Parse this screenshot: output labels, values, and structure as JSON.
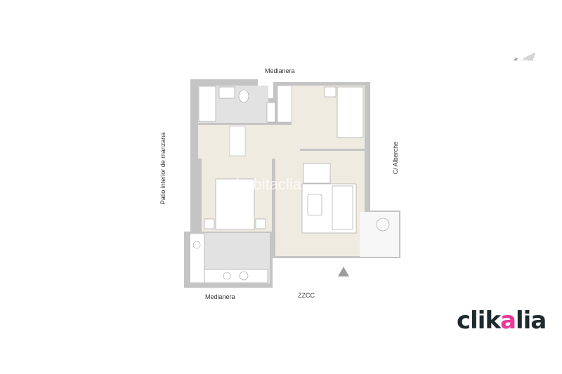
{
  "labels": {
    "top": "Medianera",
    "left": "Patio interior de manzana",
    "right": "C/ Alberche",
    "bottom_left": "Medianera",
    "bottom": "ZZCC"
  },
  "compass": {
    "letter": "N"
  },
  "watermark": "habitaclia",
  "logo": {
    "pre": "clik",
    "accent": "a",
    "post": "lia",
    "accent_color": "#e8399a"
  },
  "colors": {
    "wall": "#c4c4c4",
    "floor": "#efebe0",
    "wet_floor": "#e2e2e2"
  }
}
